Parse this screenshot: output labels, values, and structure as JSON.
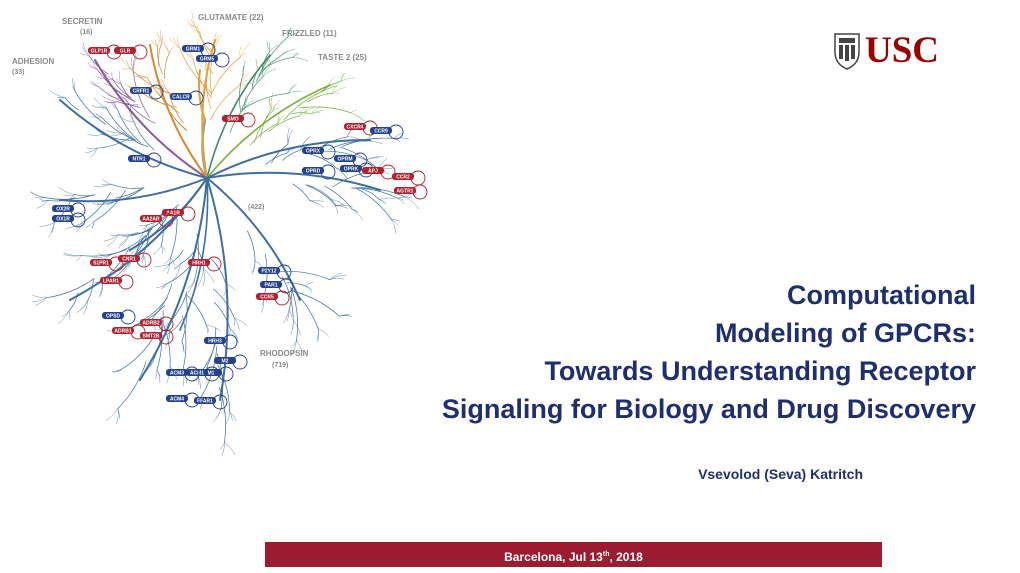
{
  "tree": {
    "families": {
      "secretin": "SECRETIN",
      "secretin_count": "(16)",
      "glutamate": "GLUTAMATE (22)",
      "frizzled": "FRIZZLED (11)",
      "taste2": "TASTE 2 (25)",
      "adhesion": "ADHESION",
      "adhesion_count": "(33)",
      "rhodopsin": "RHODOPSIN",
      "rhodopsin_count": "(719)",
      "center_count": "(422)"
    },
    "receptor_badges": [
      "GLP1R",
      "GLR",
      "GRM1",
      "GRM5",
      "CRFR1",
      "CALCR",
      "SMO",
      "NTR1",
      "CXCR4",
      "CCR9",
      "OPRX",
      "OPRM",
      "OPRK",
      "OPRD",
      "AA1R",
      "AA2AR",
      "OX2R",
      "OX1R",
      "S1PR1",
      "LPAR1",
      "CNR1",
      "ADRB1",
      "ADRB2",
      "SMT2B",
      "OPSD",
      "HRH1",
      "HRH3",
      "M1",
      "M2",
      "ACM1",
      "ACM3",
      "ACM4",
      "FFAR1",
      "P2Y12",
      "PAR1",
      "CCR5",
      "CCR2",
      "AGTR1",
      "APJ"
    ],
    "colors": {
      "branch": "#3e6ea0",
      "badge_red": "#b0202e",
      "badge_blue": "#24418e"
    }
  },
  "logo": {
    "text": "USC",
    "color": "#990000"
  },
  "title": {
    "lines": [
      "Computational",
      "Modeling of GPCRs:",
      "Towards Understanding Receptor",
      "Signaling for Biology and Drug Discovery"
    ],
    "color": "#1f2f6e"
  },
  "author": "Vsevolod (Seva) Katritch",
  "footer": {
    "place_date": "Barcelona,  Jul 13",
    "ordinal": "th",
    "year": ", 2018",
    "bar_color": "#9b1b30"
  }
}
